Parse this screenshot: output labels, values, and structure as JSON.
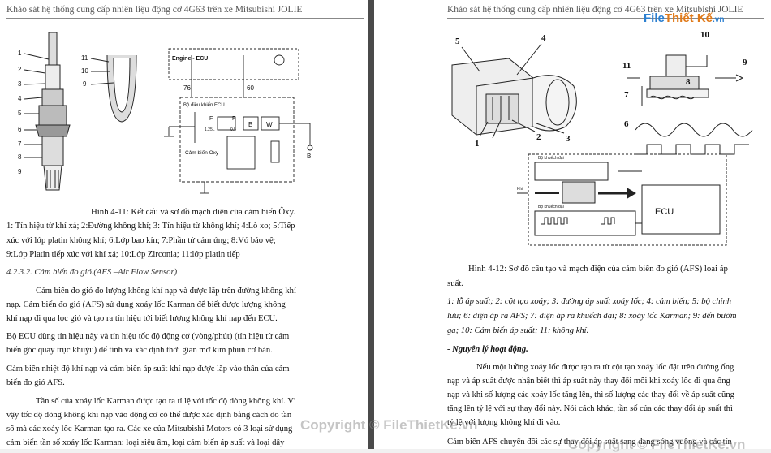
{
  "left_page": {
    "header": "Khảo sát hệ thống cung cấp nhiên liệu động cơ 4G63 trên xe Mitsubishi JOLIE",
    "figure": {
      "labels_left": [
        "1",
        "2",
        "3",
        "4",
        "5",
        "6",
        "7",
        "8",
        "9"
      ],
      "labels_right": [
        "11",
        "10",
        "9"
      ],
      "circuit": {
        "engine_ecu": "Engine - ECU",
        "num_76": "76",
        "num_60": "60",
        "heater_box": "Bộ điều khiển ECU",
        "f1": "F",
        "f2": "F",
        "b": "B",
        "w": "W",
        "small1": "1.25L",
        "small2": "0.5",
        "sensor": "Cảm biến Oxy",
        "ground": "B"
      }
    },
    "caption": "Hình 4-11: Kết cấu và sơ đồ mạch điện của cảm biến Ôxy.",
    "legend_lines": [
      "1: Tín hiệu từ khí xả; 2:Đường không khí; 3: Tín hiệu từ không khí; 4:Lò xo; 5:Tiếp",
      "xúc với lớp platin không khí; 6:Lớp bao kín; 7:Phần tử cảm ứng; 8:Vỏ bảo vệ;",
      "9:Lớp Platin tiếp xúc với khí xả; 10:Lớp Zirconia; 11:lớp platin tiếp"
    ],
    "section_heading": "4.2.3.2. Cảm biến đo gió.(AFS –Air Flow Sensor)",
    "paragraphs": [
      [
        "Cảm biến đo gió đo lượng không khí nạp và được lắp trên đường không khí",
        "nạp. Cảm biến đo gió (AFS) sử dụng xoáy lốc Karman để biết được lượng không",
        "khí nạp đi qua lọc gió và tạo ra tín hiệu tới biết lượng không khí nạp đến ECU."
      ],
      [
        "Bộ ECU dùng tín hiệu này và tín hiệu tốc độ động cơ (vòng/phút) (tín hiệu từ cảm",
        "biến góc quay trục khuỷu) để tính và xác định thời gian mở kim phun cơ bản."
      ],
      [
        "Cảm biến nhiệt độ khí nạp và cảm biến áp suất khí nạp được lắp vào thân của cảm",
        "biến đo gió AFS."
      ],
      [
        "Tần số của xoáy lốc Karman được tạo ra tỉ lệ với tốc độ dòng không khí. Vì",
        "vậy tốc độ dòng không khí nạp vào động cơ có thể được xác định bằng cách đo tần",
        "số mà các xoáy lốc Karman tạo ra. Các xe của Mitsubishi Motors có 3 loại sử dụng",
        "cảm biến tần số xoáy lốc Karman: loại siêu âm, loại cảm biến áp suất và loại dây"
      ]
    ]
  },
  "right_page": {
    "header": "Khảo sát hệ thống cung cấp nhiên liệu động cơ 4G63 trên xe Mitsubishi JOLIE",
    "figure": {
      "labels": [
        "5",
        "4",
        "1",
        "2",
        "3",
        "10",
        "11",
        "9",
        "8",
        "7",
        "6"
      ],
      "ecu_label": "ECU",
      "small_labels": [
        "Bộ khuếch đại",
        "Bộ khuếch đại",
        "Khí"
      ]
    },
    "caption_lines": [
      "Hình 4-12: Sơ đồ cấu tạo và mạch điện của cảm biến đo gió (AFS) loại áp",
      "suất."
    ],
    "legend_lines": [
      "1: lỗ áp suất; 2: cột tạo xoáy; 3: đường áp suất xoáy lốc; 4: cảm biến; 5: bộ chỉnh",
      "lưu; 6: điện áp ra AFS; 7: điện áp ra khuếch đại; 8: xoáy lốc Karman; 9: đến bướm",
      "ga; 10: Cảm biến áp suất; 11: không khí."
    ],
    "subheading": "- Nguyên lý hoạt động.",
    "paragraph": [
      "Nếu một luồng xoáy lốc được tạo ra từ cột tạo xoáy lốc đặt trên đường ống",
      "nạp và áp suất được nhận biết thì áp suất này thay đổi mỗi khi xoáy lốc đi qua ống",
      "nạp và khi số lượng các xoáy lốc tăng lên, thì số lượng các thay đổi về áp suất cũng",
      "tăng lên tỷ lệ với sự thay đổi này. Nói cách khác, tần số của các thay đổi áp suất thì",
      "tỷ lệ với lượng không khí đi vào."
    ],
    "last_line": "Cảm biến AFS chuyển đổi các sự thay đổi áp suất sang dạng sóng vuông và các tín"
  },
  "watermarks": [
    "Copyright © FileThietKe.vn",
    "Copyright © FileThietKe.vn"
  ],
  "logo": {
    "part1": "File",
    "part2": "Thiết Kế",
    "part3": ".vn"
  }
}
